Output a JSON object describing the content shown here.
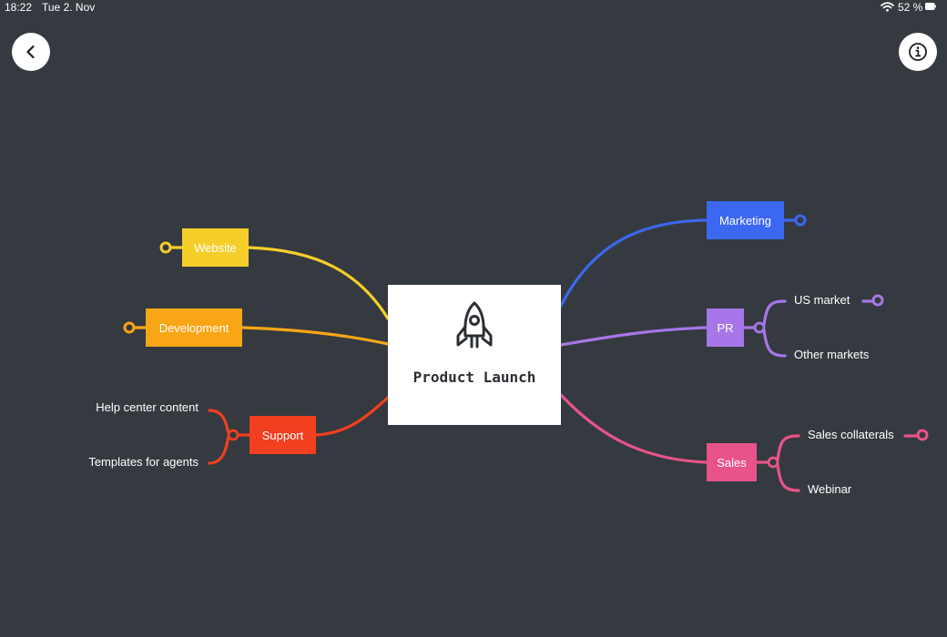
{
  "status_bar": {
    "time": "18:22",
    "date": "Tue 2. Nov",
    "battery_percent": "52 %",
    "wifi_icon": "wifi-icon",
    "battery_icon": "battery-icon"
  },
  "toolbar": {
    "back_icon": "chevron-left-icon",
    "info_icon": "info-icon"
  },
  "mind_map": {
    "central": {
      "title": "Product Launch",
      "icon": "rocket-icon"
    },
    "topics": {
      "website": {
        "label": "Website",
        "color": "#f6ce2a"
      },
      "development": {
        "label": "Development",
        "color": "#f8a616"
      },
      "support": {
        "label": "Support",
        "color": "#f13f1f",
        "children": [
          "Help center content",
          "Templates for agents"
        ]
      },
      "marketing": {
        "label": "Marketing",
        "color": "#3c67f0"
      },
      "pr": {
        "label": "PR",
        "color": "#a776e8",
        "children": [
          "US market",
          "Other markets"
        ]
      },
      "sales": {
        "label": "Sales",
        "color": "#e8538a",
        "children": [
          "Sales collaterals",
          "Webinar"
        ]
      }
    }
  },
  "colors": {
    "background": "#343a3f",
    "node_text": "#ffffff",
    "central_background": "#ffffff"
  }
}
